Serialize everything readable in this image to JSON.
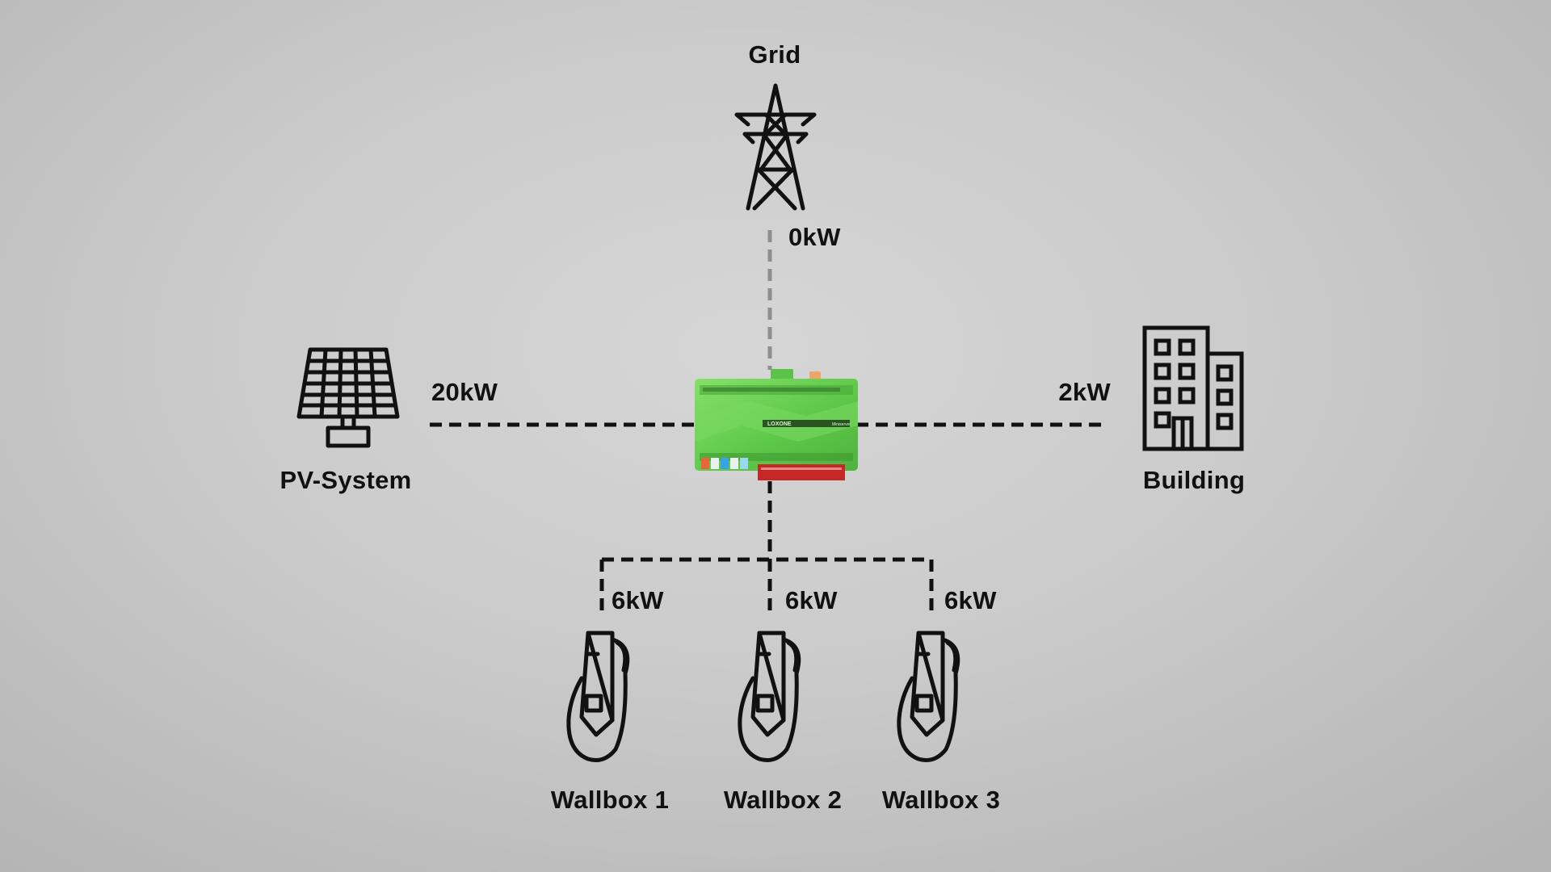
{
  "nodes": {
    "grid": {
      "label": "Grid",
      "power": "0kW"
    },
    "pv": {
      "label": "PV-System",
      "power": "20kW"
    },
    "building": {
      "label": "Building",
      "power": "2kW"
    },
    "wallbox1": {
      "label": "Wallbox 1",
      "power": "6kW"
    },
    "wallbox2": {
      "label": "Wallbox 2",
      "power": "6kW"
    },
    "wallbox3": {
      "label": "Wallbox 3",
      "power": "6kW"
    }
  },
  "controller": {
    "brand": "LOXONE",
    "model": "Miniserver"
  },
  "icons": {
    "grid": "power-tower-icon",
    "pv": "solar-panel-icon",
    "building": "building-icon",
    "wallbox": "ev-charger-icon"
  },
  "colors": {
    "ink": "#111111",
    "grid_line": "#8e8e8e",
    "controller_green": "#6fd35a",
    "terminal_red": "#c62828"
  }
}
